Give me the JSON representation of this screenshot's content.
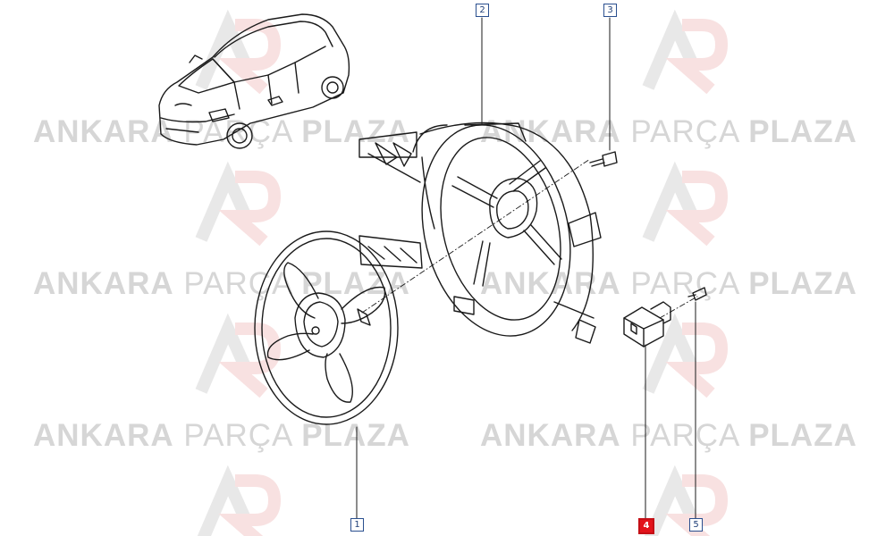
{
  "watermark": {
    "brand_bold": "ANKARA",
    "brand_light": "PARÇA",
    "brand_bold2": "PLAZA",
    "logo_letters": "AP"
  },
  "callouts": [
    {
      "id": "1",
      "label": "1",
      "selected": false
    },
    {
      "id": "2",
      "label": "2",
      "selected": false
    },
    {
      "id": "3",
      "label": "3",
      "selected": false
    },
    {
      "id": "4",
      "label": "4",
      "selected": true
    },
    {
      "id": "5",
      "label": "5",
      "selected": false
    }
  ],
  "colors": {
    "line": "#1a1a1a",
    "callout_border": "#2a4f8f",
    "selected_callout": "#e3131b",
    "watermark": "#c9c9c9",
    "logo_red": "#f2c8c8"
  },
  "parts": {
    "vehicle": "car-illustration",
    "fan": "fan-blade",
    "shroud": "fan-shroud",
    "screw_top": "screw",
    "resistor": "fan-resistor",
    "screw_small": "screw"
  }
}
